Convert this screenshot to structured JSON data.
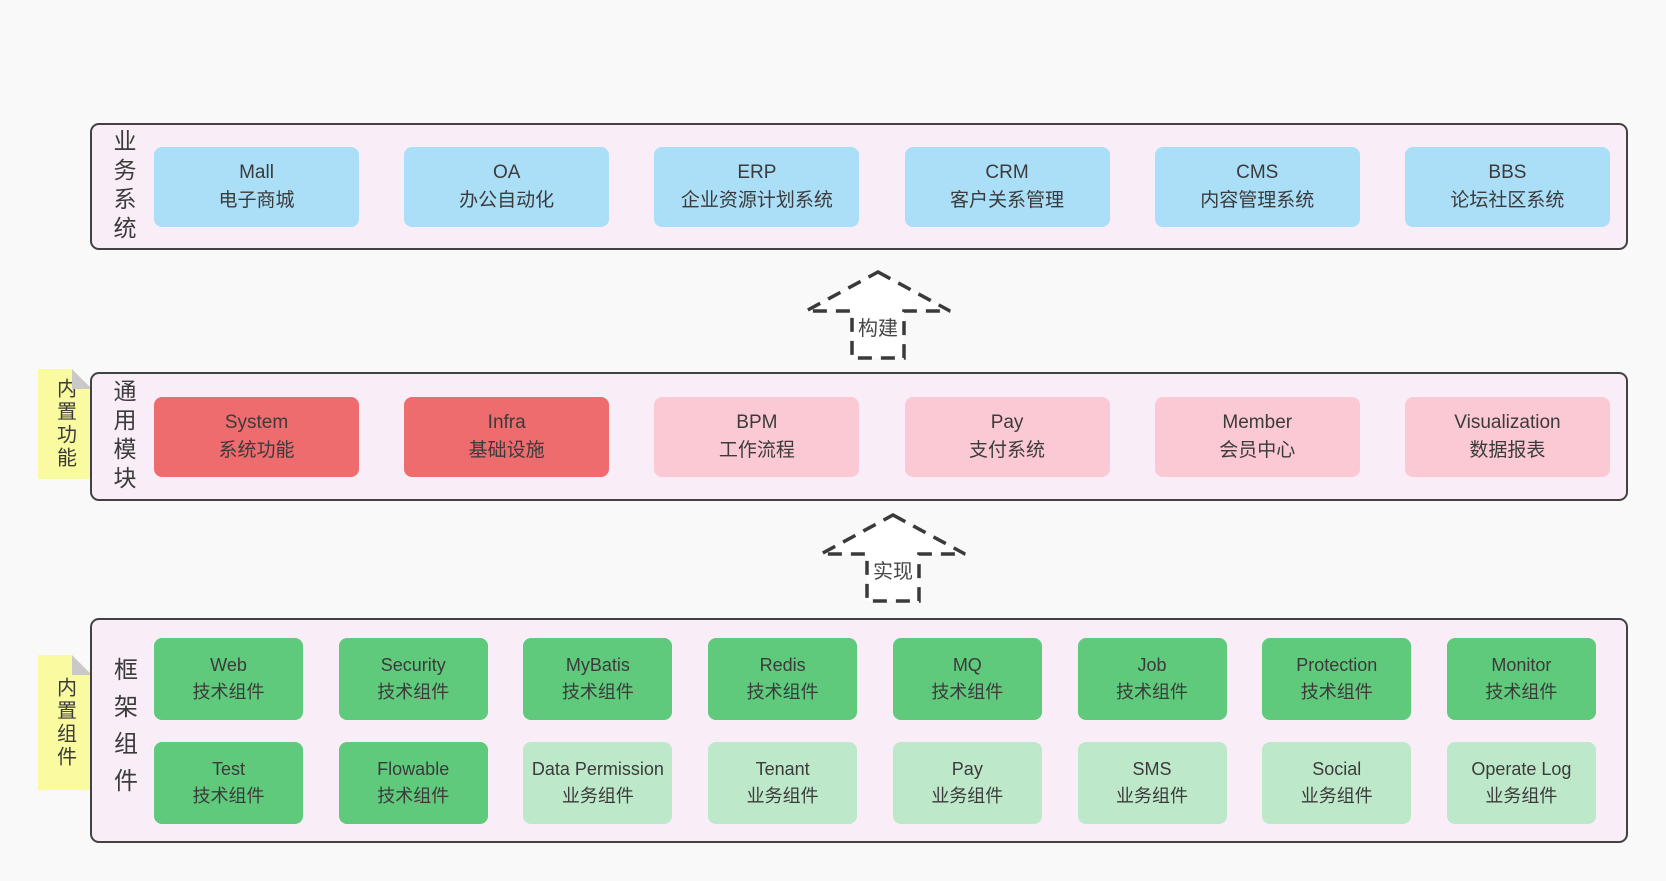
{
  "layers": [
    {
      "label": "业务系统",
      "boxes": [
        {
          "title": "Mall",
          "subtitle": "电子商城"
        },
        {
          "title": "OA",
          "subtitle": "办公自动化"
        },
        {
          "title": "ERP",
          "subtitle": "企业资源计划系统"
        },
        {
          "title": "CRM",
          "subtitle": "客户关系管理"
        },
        {
          "title": "CMS",
          "subtitle": "内容管理系统"
        },
        {
          "title": "BBS",
          "subtitle": "论坛社区系统"
        }
      ]
    },
    {
      "label": "通用模块",
      "note": "内置功能",
      "boxes": [
        {
          "title": "System",
          "subtitle": "系统功能"
        },
        {
          "title": "Infra",
          "subtitle": "基础设施"
        },
        {
          "title": "BPM",
          "subtitle": "工作流程"
        },
        {
          "title": "Pay",
          "subtitle": "支付系统"
        },
        {
          "title": "Member",
          "subtitle": "会员中心"
        },
        {
          "title": "Visualization",
          "subtitle": "数据报表"
        }
      ]
    },
    {
      "label": "框架组件",
      "note": "内置组件",
      "rows": [
        {
          "boxes": [
            {
              "title": "Web",
              "subtitle": "技术组件"
            },
            {
              "title": "Security",
              "subtitle": "技术组件"
            },
            {
              "title": "MyBatis",
              "subtitle": "技术组件"
            },
            {
              "title": "Redis",
              "subtitle": "技术组件"
            },
            {
              "title": "MQ",
              "subtitle": "技术组件"
            },
            {
              "title": "Job",
              "subtitle": "技术组件"
            },
            {
              "title": "Protection",
              "subtitle": "技术组件"
            },
            {
              "title": "Monitor",
              "subtitle": "技术组件"
            }
          ]
        },
        {
          "boxes": [
            {
              "title": "Test",
              "subtitle": "技术组件"
            },
            {
              "title": "Flowable",
              "subtitle": "技术组件"
            },
            {
              "title": "Data Permission",
              "subtitle": "业务组件"
            },
            {
              "title": "Tenant",
              "subtitle": "业务组件"
            },
            {
              "title": "Pay",
              "subtitle": "业务组件"
            },
            {
              "title": "SMS",
              "subtitle": "业务组件"
            },
            {
              "title": "Social",
              "subtitle": "业务组件"
            },
            {
              "title": "Operate Log",
              "subtitle": "业务组件"
            }
          ]
        }
      ]
    }
  ],
  "arrows": [
    {
      "label": "构建"
    },
    {
      "label": "实现"
    }
  ],
  "colors": {
    "page_bg": "#f9f9f9",
    "layer_bg": "#f9eef8",
    "layer_border": "#424242",
    "blue_box": "#abdef7",
    "red_box": "#ee6b6e",
    "pink_box": "#fbc9d3",
    "green_dark_box": "#5fc97c",
    "green_light_box": "#bee8ca",
    "note_bg": "#fafaa1",
    "note_fold": "#c9c9c9",
    "arrow_stroke": "#3a3a3a",
    "text": "#3b3b3b"
  }
}
